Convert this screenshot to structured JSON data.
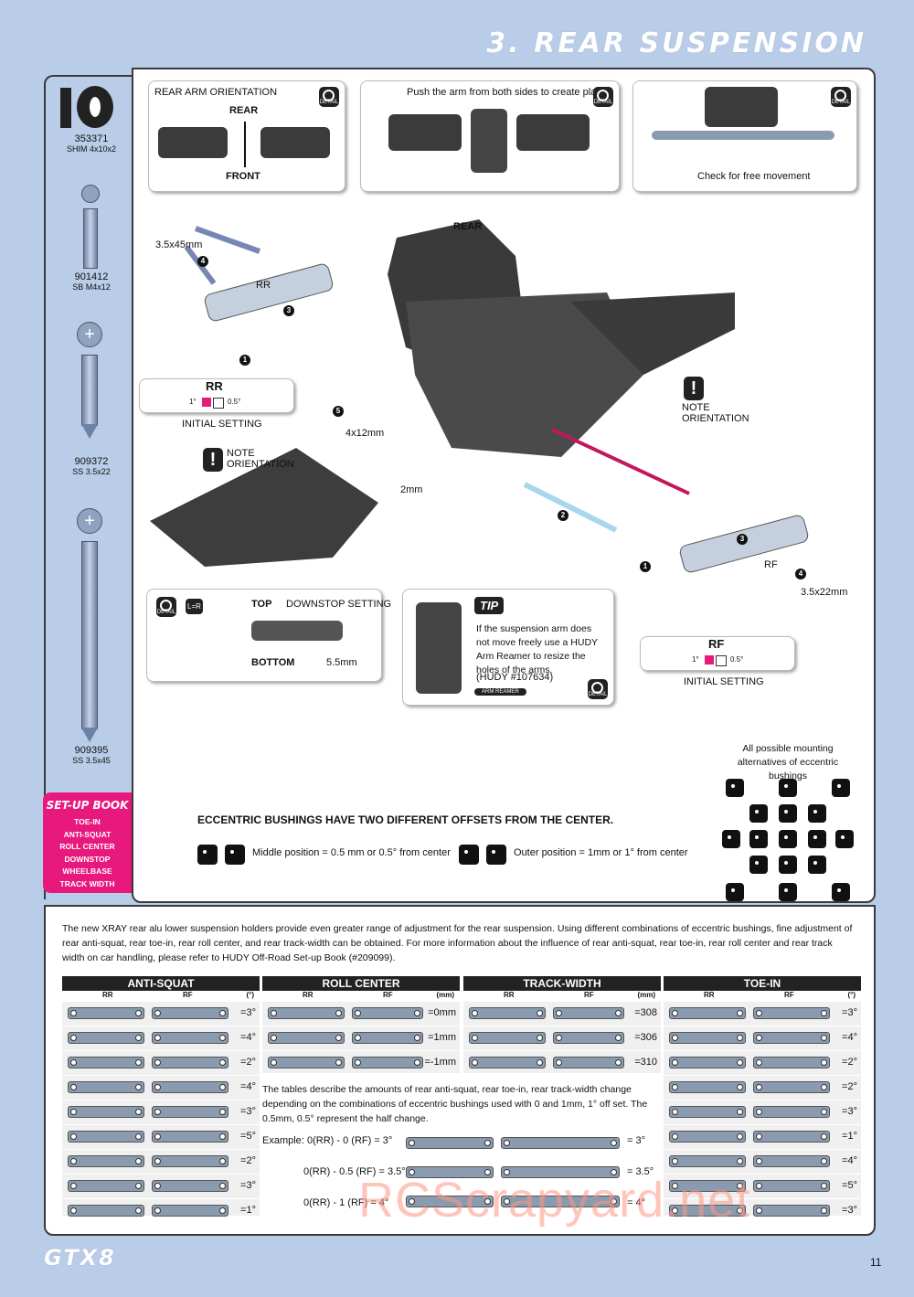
{
  "header": {
    "section_title": "3. REAR SUSPENSION"
  },
  "parts": [
    {
      "num": "353371",
      "name": "SHIM 4x10x2"
    },
    {
      "num": "901412",
      "name": "SB M4x12"
    },
    {
      "num": "909372",
      "name": "SS 3.5x22"
    },
    {
      "num": "909395",
      "name": "SS 3.5x45"
    }
  ],
  "setup_book": {
    "title": "SET-UP BOOK",
    "items": [
      "TOE-IN",
      "ANTI-SQUAT",
      "ROLL CENTER DOWNSTOP",
      "WHEELBASE",
      "TRACK WIDTH"
    ]
  },
  "diagram": {
    "rear_arm_orientation": "REAR ARM ORIENTATION",
    "rear": "REAR",
    "front": "FRONT",
    "push_arm": "Push the arm from both sides to create play",
    "check_free": "Check for free movement",
    "rear_label": "REAR",
    "screw_45": "3.5x45mm",
    "rr": "RR",
    "rf": "RF",
    "initial_setting": "INITIAL SETTING",
    "note_orientation": "NOTE ORIENTATION",
    "screw_4x12": "4x12mm",
    "shim_2mm": "2mm",
    "screw_22": "3.5x22mm",
    "deg_1": "1°",
    "deg_05": "0.5°",
    "detail": "DETAIL",
    "l_eq_r": "L=R",
    "top": "TOP",
    "bottom": "BOTTOM",
    "downstop_setting": "DOWNSTOP SETTING",
    "downstop_val": "5.5mm",
    "tip_title": "TIP",
    "tip_text": "If the suspension arm does not move freely use a HUDY Arm Reamer to resize the holes of the arms.",
    "tip_code": "(HUDY #107634)",
    "arm_reamer": "ARM REAMER",
    "step_numbers": [
      "1",
      "2",
      "3",
      "4",
      "5"
    ]
  },
  "eccentric": {
    "title": "ECCENTRIC BUSHINGS HAVE TWO DIFFERENT OFFSETS FROM THE CENTER.",
    "middle": "Middle position = 0.5 mm or 0.5° from center",
    "outer": "Outer position = 1mm or 1° from center",
    "all_possible": "All possible mounting alternatives of eccentric bushings"
  },
  "intro_text": "The new XRAY rear alu lower suspension holders provide even greater range of adjustment for the rear suspension. Using different combinations of eccentric bushings, fine adjustment of rear anti-squat, rear toe-in, rear roll center, and rear track-width can be obtained. For more information about the influence of rear anti-squat, rear toe-in, rear roll center and rear track width on car handling, please refer to HUDY Off-Road Set-up Book (#209099).",
  "tables": [
    {
      "title": "ANTI-SQUAT",
      "unit": "(°)",
      "values": [
        "=3°",
        "=4°",
        "=2°",
        "=4°",
        "=3°",
        "=5°",
        "=2°",
        "=3°",
        "=1°"
      ]
    },
    {
      "title": "ROLL CENTER",
      "unit": "(mm)",
      "values": [
        "=0mm",
        "=1mm",
        "=-1mm"
      ]
    },
    {
      "title": "TRACK-WIDTH",
      "unit": "(mm)",
      "values": [
        "=308",
        "=306",
        "=310"
      ]
    },
    {
      "title": "TOE-IN",
      "unit": "(°)",
      "values": [
        "=3°",
        "=4°",
        "=2°",
        "=2°",
        "=3°",
        "=1°",
        "=4°",
        "=5°",
        "=3°"
      ]
    }
  ],
  "col_rr": "RR",
  "col_rf": "RF",
  "tables_note": "The tables describe the amounts of rear anti-squat, rear toe-in, rear track-width change depending on the combinations of eccentric bushings used with 0 and 1mm, 1° off set. The 0.5mm, 0.5° represent the half change.",
  "examples": {
    "label": "Example:",
    "rows": [
      {
        "formula": "0(RR) - 0 (RF) = 3°",
        "result": "= 3°"
      },
      {
        "formula": "0(RR) - 0.5 (RF) = 3.5°",
        "result": "= 3.5°"
      },
      {
        "formula": "0(RR) - 1 (RF) = 4°",
        "result": "= 4°"
      }
    ]
  },
  "footer": {
    "logo": "GTX8",
    "page": "11",
    "watermark": "RCScrapyard.net"
  },
  "colors": {
    "accent": "#e8197d",
    "background": "#b9cde8",
    "panel_border": "#3a3a3a"
  }
}
